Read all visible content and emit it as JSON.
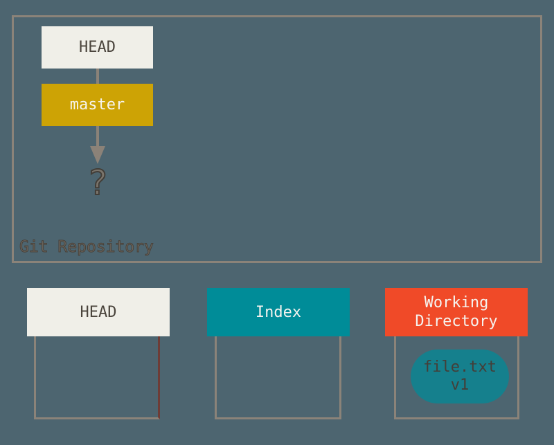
{
  "diagram": {
    "type": "git-state-diagram",
    "background_color": "#4d6570",
    "frame_border_color": "#8b8379",
    "arrow_color": "#8b8278"
  },
  "repository": {
    "label": "Git Repository",
    "head": {
      "label": "HEAD",
      "bg": "#f0efe8"
    },
    "master": {
      "label": "master",
      "bg": "#cda305"
    },
    "question_mark": "?"
  },
  "areas": [
    {
      "id": "head",
      "label": "HEAD",
      "bg": "#f0efe8",
      "text_color": "#4a443c"
    },
    {
      "id": "index",
      "label": "Index",
      "bg": "#008c98",
      "text_color": "#f5f3ef"
    },
    {
      "id": "working-directory",
      "label": "Working Directory",
      "bg": "#f04a28",
      "text_color": "#f5f3ef"
    }
  ],
  "file": {
    "name": "file.txt",
    "version": "v1",
    "bg": "#15808d"
  }
}
